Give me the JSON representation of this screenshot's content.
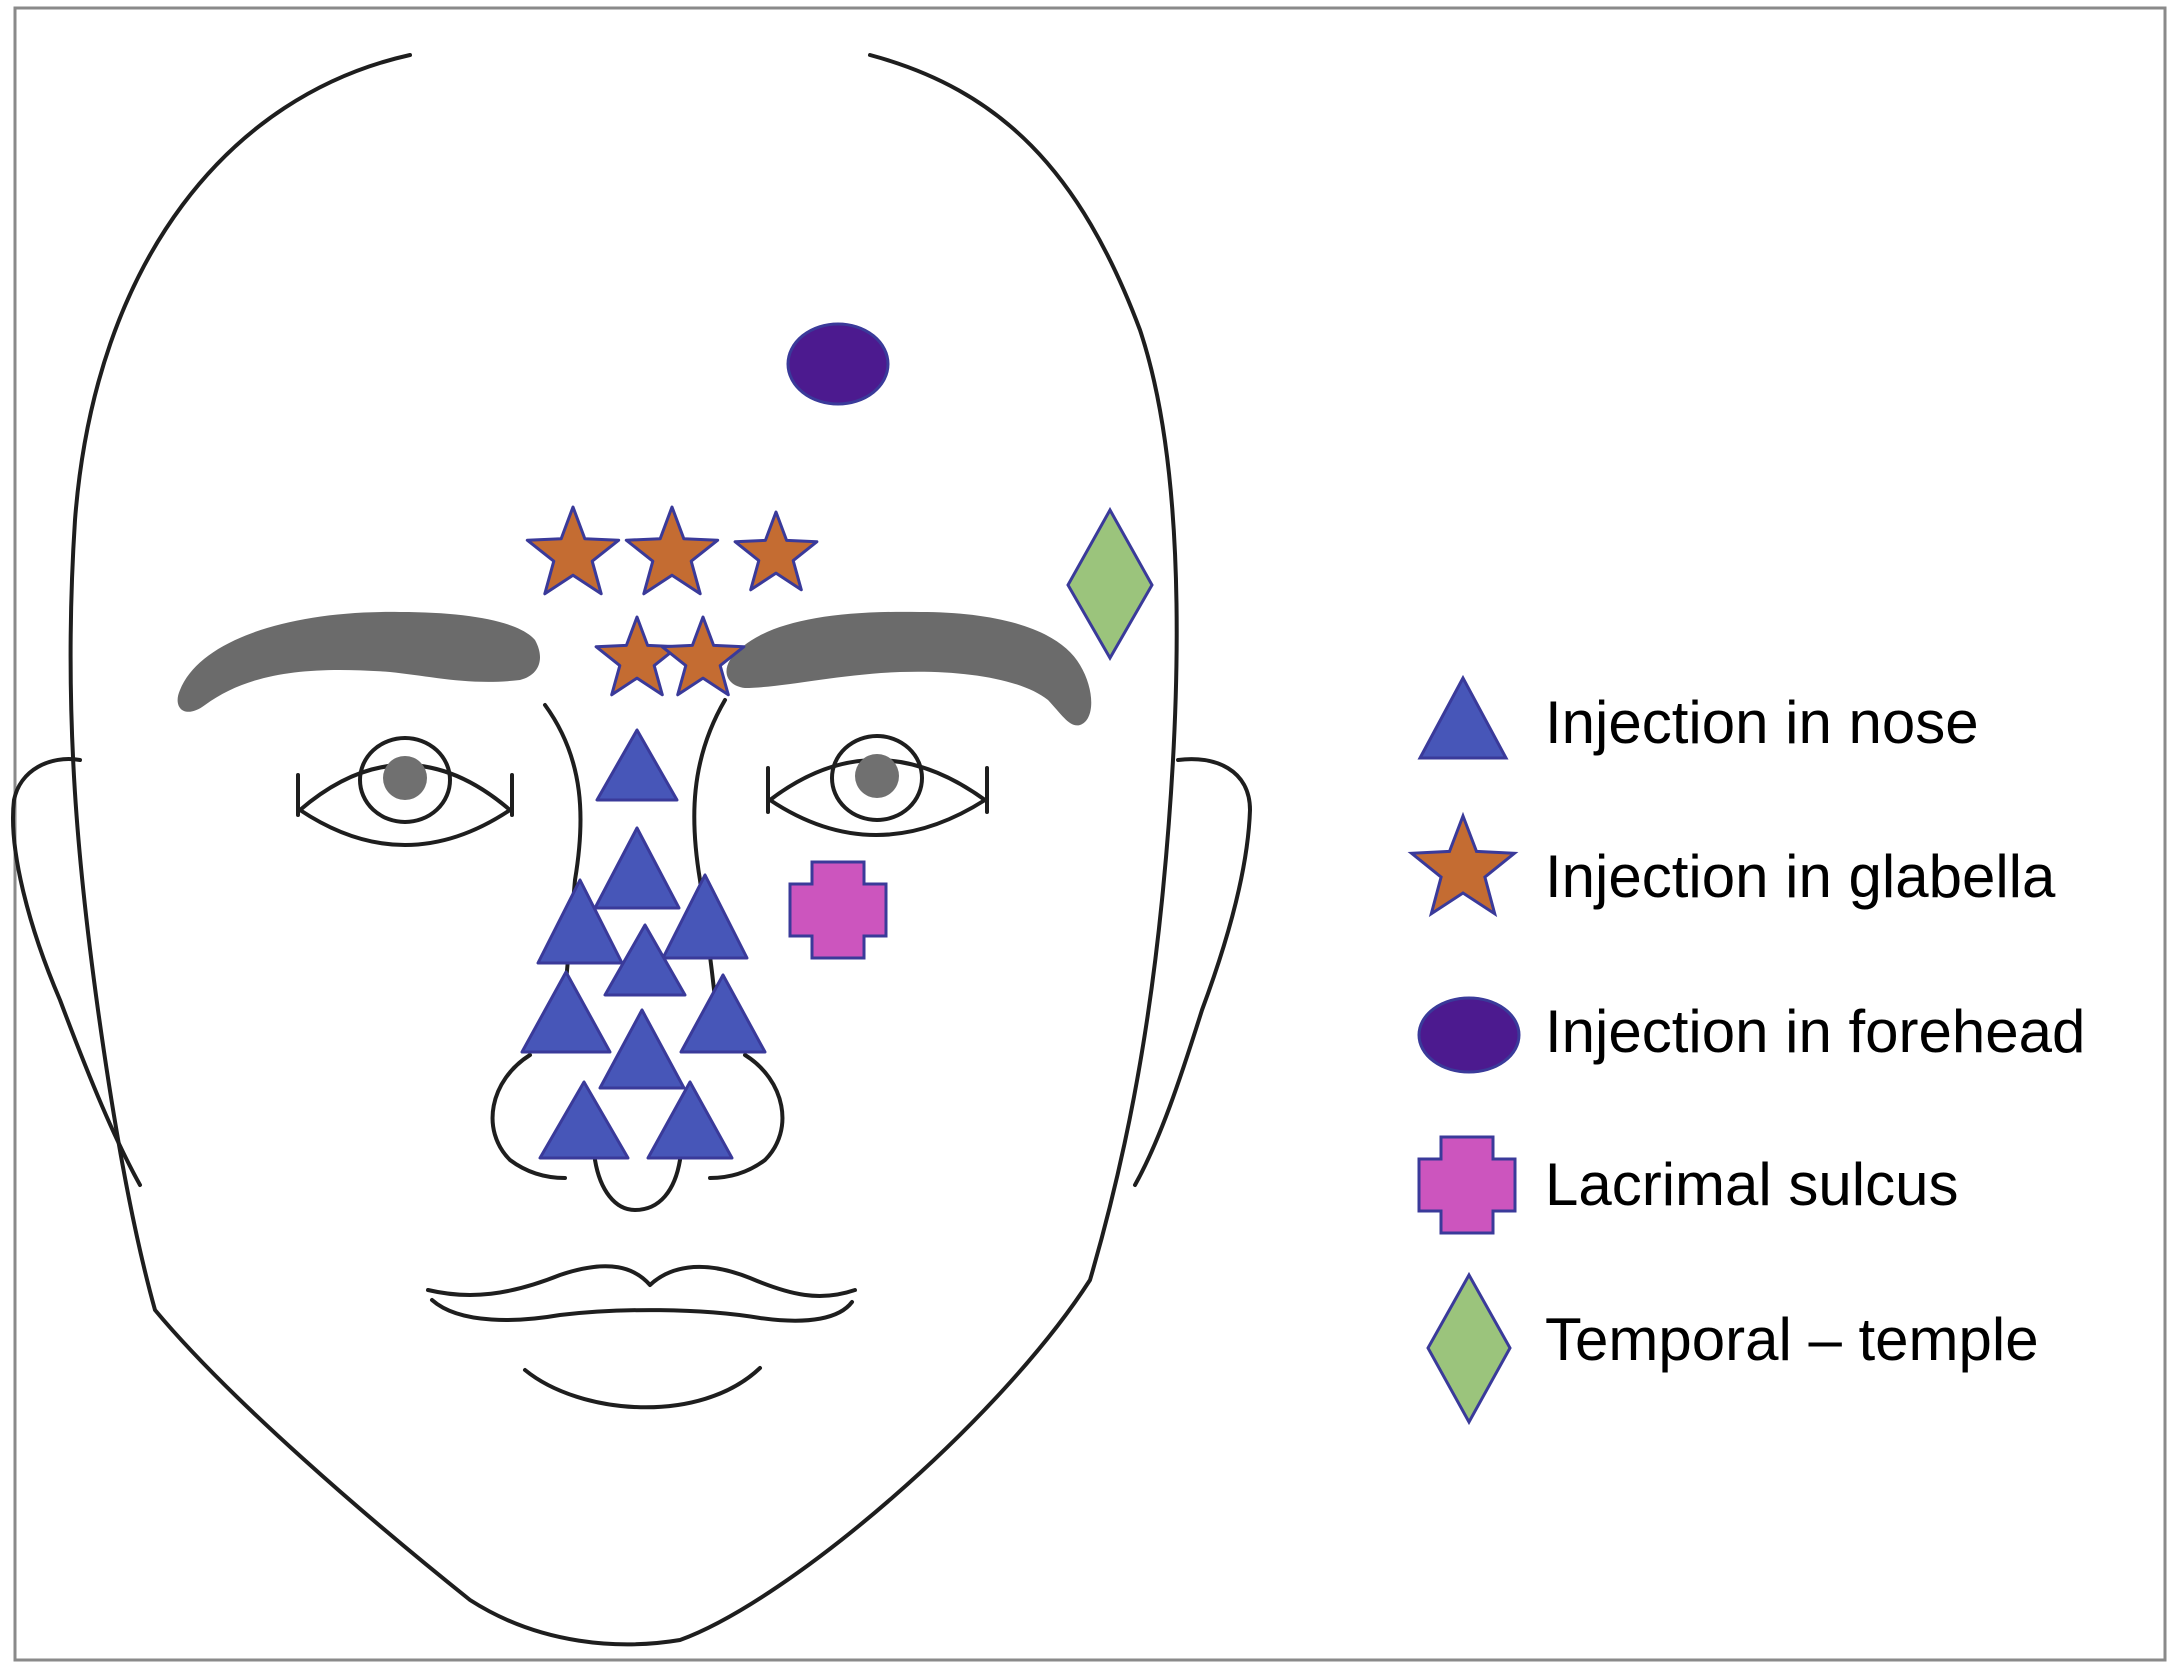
{
  "legend": {
    "items": [
      {
        "key": "nose",
        "label": "Injection in nose",
        "icon": "triangle-icon",
        "color": "#4756b8"
      },
      {
        "key": "glabella",
        "label": "Injection in glabella",
        "icon": "star-icon",
        "color": "#c46c32"
      },
      {
        "key": "forehead",
        "label": "Injection in forehead",
        "icon": "ellipse-icon",
        "color": "#4c1a8f"
      },
      {
        "key": "lacrimal",
        "label": "Lacrimal sulcus",
        "icon": "cross-icon",
        "color": "#cc55be"
      },
      {
        "key": "temporal",
        "label": "Temporal – temple",
        "icon": "diamond-icon",
        "color": "#9bc47c"
      }
    ]
  },
  "colors": {
    "outline": "#1e1e1e",
    "marker_stroke": "#3a3a9a",
    "eyebrow": "#6b6b6b",
    "pupil": "#707070",
    "frame": "#8a8a8a"
  }
}
